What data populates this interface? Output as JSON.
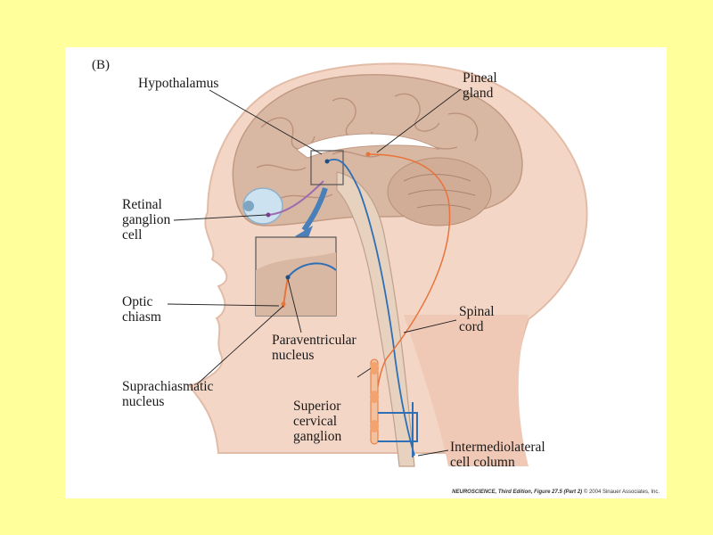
{
  "figure": {
    "panel_letter": "(B)",
    "labels": {
      "hypothalamus": "Hypothalamus",
      "pineal_gland": "Pineal\ngland",
      "retinal_ganglion_cell": "Retinal\nganglion\ncell",
      "optic_chiasm": "Optic\nchiasm",
      "paraventricular_nucleus": "Paraventricular\nnucleus",
      "suprachiasmatic_nucleus": "Suprachiasmatic\nnucleus",
      "superior_cervical_ganglion": "Superior\ncervical\nganglion",
      "spinal_cord": "Spinal\ncord",
      "intermediolateral_cell_column": "Intermediolateral\ncell column"
    },
    "caption": {
      "book": "NEUROSCIENCE, Third Edition, Figure 27.5 (Part 2)",
      "copyright": "© 2004 Sinauer Associates, Inc."
    }
  },
  "colors": {
    "slide_background": "#ffff9c",
    "figure_background": "#ffffff",
    "skin": "#f3d6c6",
    "brain": "#d9b8a3",
    "sympathetic_pathway": "#e8743b",
    "retinohypothalamic_pathway": "#2e6fb5",
    "retinal_tract": "#a06cb0"
  }
}
